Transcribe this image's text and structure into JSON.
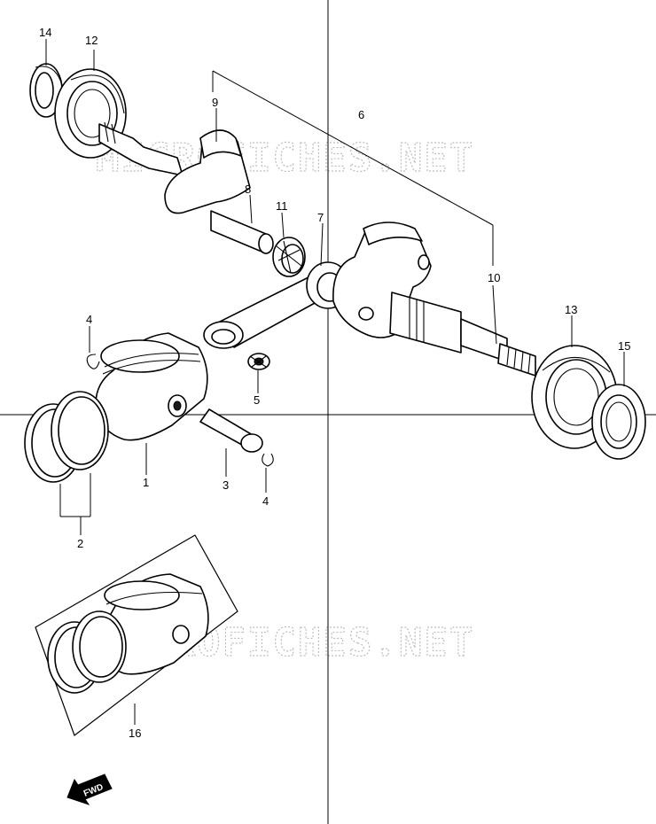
{
  "watermark": "MICROFICHES.NET",
  "fwd_arrow": {
    "label": "FWD",
    "icon": "fwd-arrow-icon"
  },
  "callouts": {
    "c1": "1",
    "c2": "2",
    "c3": "3",
    "c4a": "4",
    "c4b": "4",
    "c5": "5",
    "c6": "6",
    "c7": "7",
    "c8": "8",
    "c9": "9",
    "c10": "10",
    "c11": "11",
    "c12": "12",
    "c13": "13",
    "c14": "14",
    "c15": "15",
    "c16": "16"
  },
  "parts": [
    {
      "ref": "1",
      "name": "piston"
    },
    {
      "ref": "2",
      "name": "piston-ring-set"
    },
    {
      "ref": "3",
      "name": "piston-pin"
    },
    {
      "ref": "4",
      "name": "piston-pin-circlip"
    },
    {
      "ref": "5",
      "name": "small-end-bearing"
    },
    {
      "ref": "6",
      "name": "crankshaft-assembly"
    },
    {
      "ref": "7",
      "name": "connecting-rod"
    },
    {
      "ref": "8",
      "name": "crank-pin"
    },
    {
      "ref": "9",
      "name": "left-crank-web"
    },
    {
      "ref": "10",
      "name": "right-crank-web"
    },
    {
      "ref": "11",
      "name": "big-end-bearing"
    },
    {
      "ref": "12",
      "name": "left-crank-bearing"
    },
    {
      "ref": "13",
      "name": "right-crank-bearing"
    },
    {
      "ref": "14",
      "name": "left-oil-seal"
    },
    {
      "ref": "15",
      "name": "right-oil-seal"
    },
    {
      "ref": "16",
      "name": "oversize-piston-set"
    }
  ]
}
